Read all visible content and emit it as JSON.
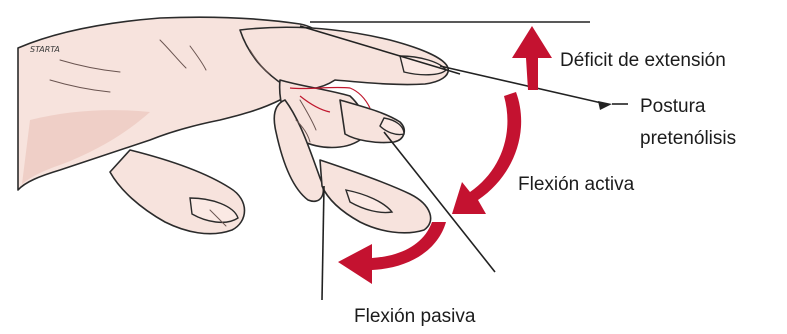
{
  "labels": {
    "extension_deficit": "Déficit de extensión",
    "pretenolysis_line1": "Postura",
    "pretenolysis_line2": "pretenólisis",
    "active_flexion": "Flexión activa",
    "passive_flexion": "Flexión pasiva"
  },
  "colors": {
    "arrow": "#c41230",
    "skin": "#f7e3dd",
    "outline": "#2b2b2b",
    "tendon": "#c0182e"
  }
}
